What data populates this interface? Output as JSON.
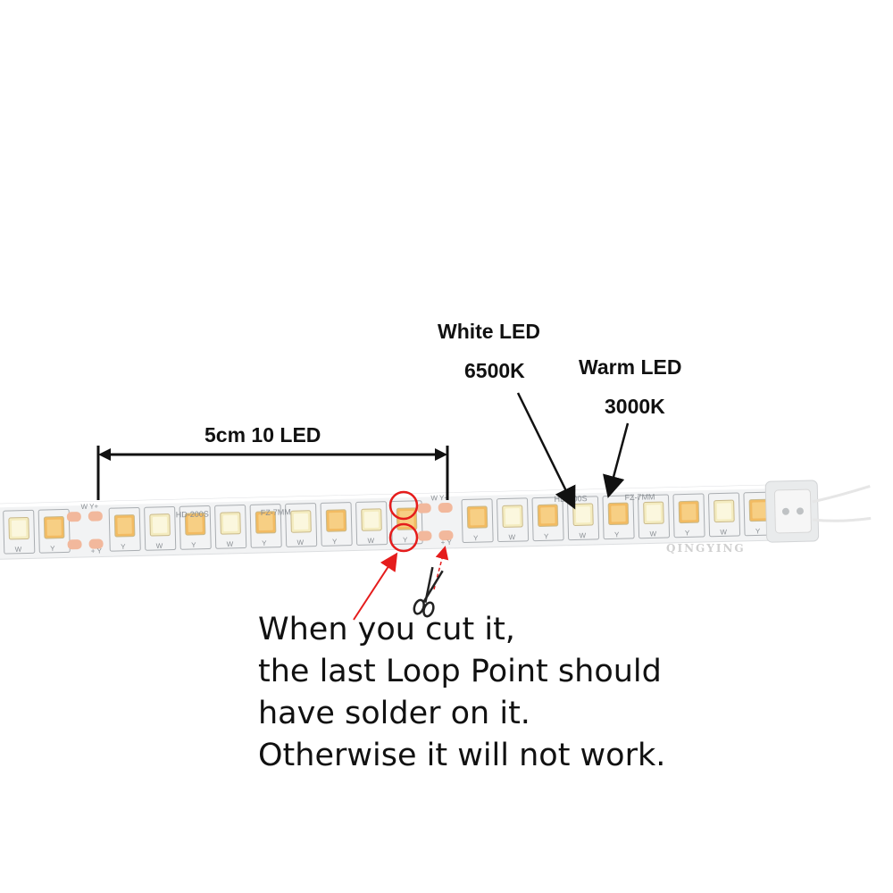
{
  "labels": {
    "segment": "5cm 10 LED",
    "white_led_line1": "White LED",
    "white_led_line2": "6500K",
    "warm_led_line1": "Warm LED",
    "warm_led_line2": "3000K"
  },
  "caption": [
    "When you cut it,",
    "the last Loop Point should",
    "have solder on it.",
    "Otherwise it will not work."
  ],
  "strip_print": {
    "model": "HD-200S",
    "width": "FZ-7MM",
    "pad_label_top": "W Y+",
    "pad_label_bottom": "+ Y",
    "led_mark_w": "W",
    "led_mark_y": "Y",
    "watermark": "QINGYING"
  },
  "colors": {
    "strip": "#f2f3f4",
    "white_led": "#f4ecc0",
    "warm_led": "#f2bb62",
    "copper_pad": "#f2b89c",
    "highlight_red": "#e51c1c"
  }
}
